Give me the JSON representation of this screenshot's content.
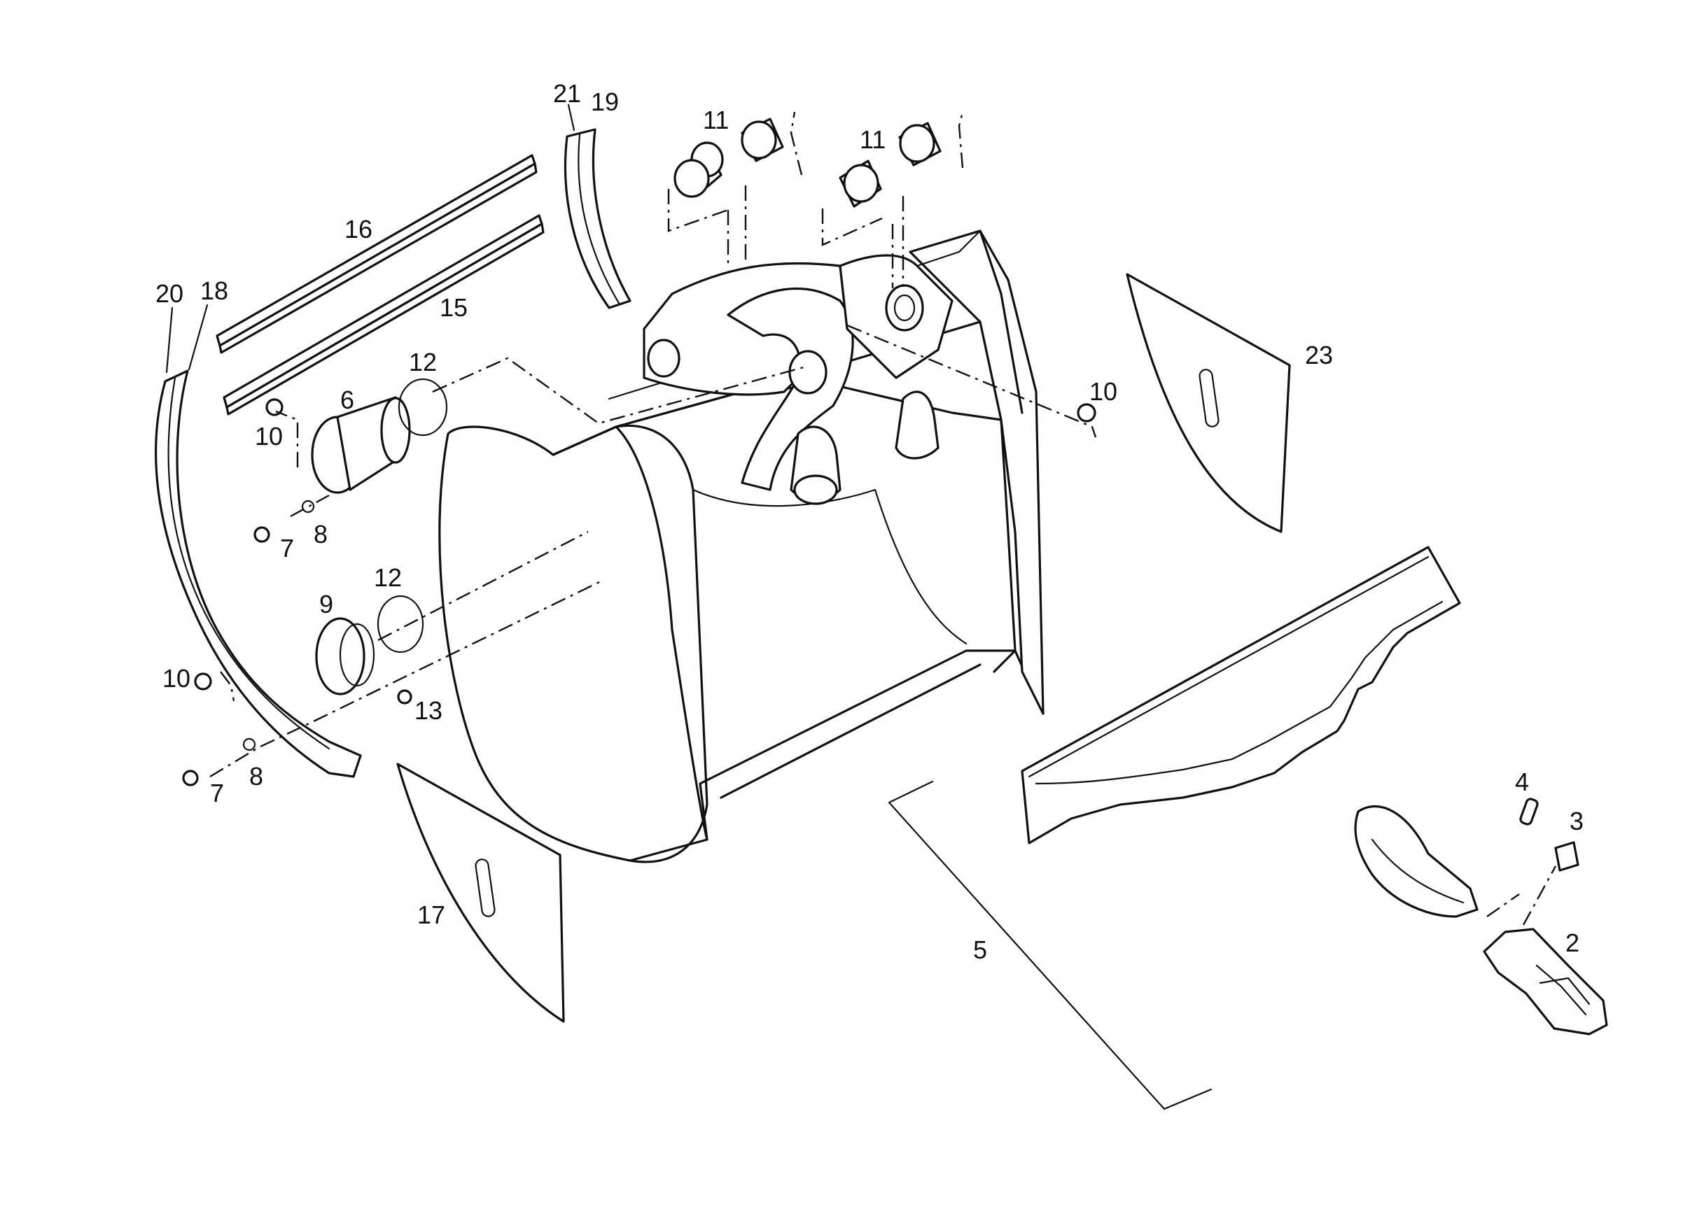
{
  "callouts": [
    "21",
    "19",
    "11",
    "11",
    "16",
    "15",
    "20",
    "18",
    "12",
    "6",
    "10",
    "23",
    "10",
    "7",
    "8",
    "12",
    "9",
    "10",
    "13",
    "7",
    "8",
    "4",
    "3",
    "17",
    "5",
    "2"
  ]
}
